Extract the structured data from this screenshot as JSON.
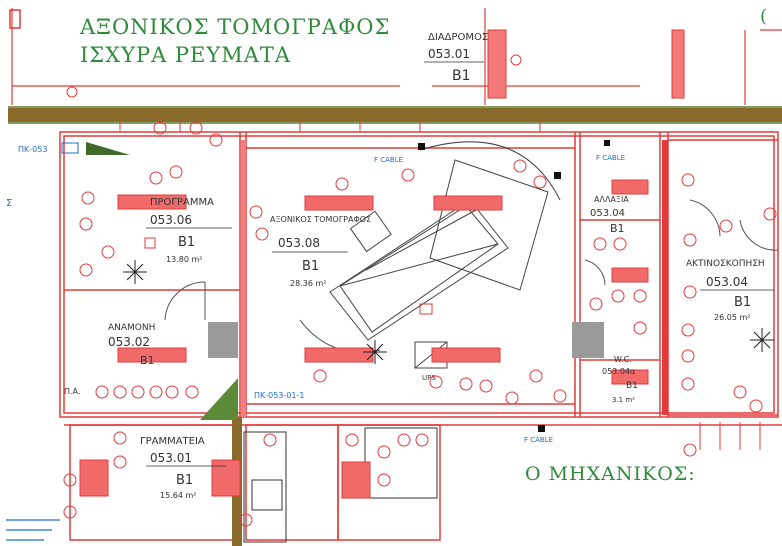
{
  "title": {
    "line1": "ΑΞΟΝΙΚΟΣ ΤΟΜΟΓΡΑΦΟΣ",
    "line2": "ΙΣΧΥΡΑ ΡΕΥΜΑΤΑ"
  },
  "engineer_label": "Ο ΜΗΧΑΝΙΚΟΣ:",
  "rooms": [
    {
      "id": "corridor",
      "name": "ΔΙΑΔΡΟΜΟΣ",
      "code": "053.01",
      "floor": "B1",
      "area": ""
    },
    {
      "id": "programming",
      "name": "ΠΡΟΓΡΑΜΜΑ",
      "code": "053.06",
      "floor": "B1",
      "area": "13.80 m²"
    },
    {
      "id": "scanner",
      "name": "ΑΞΟΝΙΚΟΣ ΤΟΜΟΓΡΑΦΟΣ",
      "code": "053.08",
      "floor": "B1",
      "area": "28.36 m²"
    },
    {
      "id": "changing",
      "name": "ΑΛΛΑΞΙΑ",
      "code": "053.04",
      "floor": "B1",
      "area": ""
    },
    {
      "id": "radiography",
      "name": "ΑΚΤΙΝΟΣΚΟΠΗΣΗ",
      "code": "053.04",
      "floor": "B1",
      "area": "26.05 m²"
    },
    {
      "id": "waiting",
      "name": "ΑΝΑΜΟΝΗ",
      "code": "053.02",
      "floor": "B1",
      "area": ""
    },
    {
      "id": "secretariat",
      "name": "ΓΡΑΜΜΑΤΕΙΑ",
      "code": "053.01",
      "floor": "B1",
      "area": "15.64 m²"
    },
    {
      "id": "wc",
      "name": "W.C.",
      "code": "053.04α",
      "floor": "B1",
      "area": "3.1 m²"
    }
  ],
  "blue_labels": {
    "panel_left": "ΠΚ-053",
    "panel_mid": "ΠΚ-053-01-1",
    "panel_cable_top": "F CABLE",
    "panel_cable_mid": "F CABLE",
    "panel_cable_bottom": "F CABLE",
    "left_mark": "Σ"
  },
  "misc_labels": {
    "pa_label": "Π.Α.",
    "ups": "UPS"
  },
  "colors": {
    "wall": "#e23b3b",
    "beam": "#8a6a2a",
    "title_green": "#2f8a3c",
    "annotation_blue": "#1c6fd0"
  }
}
